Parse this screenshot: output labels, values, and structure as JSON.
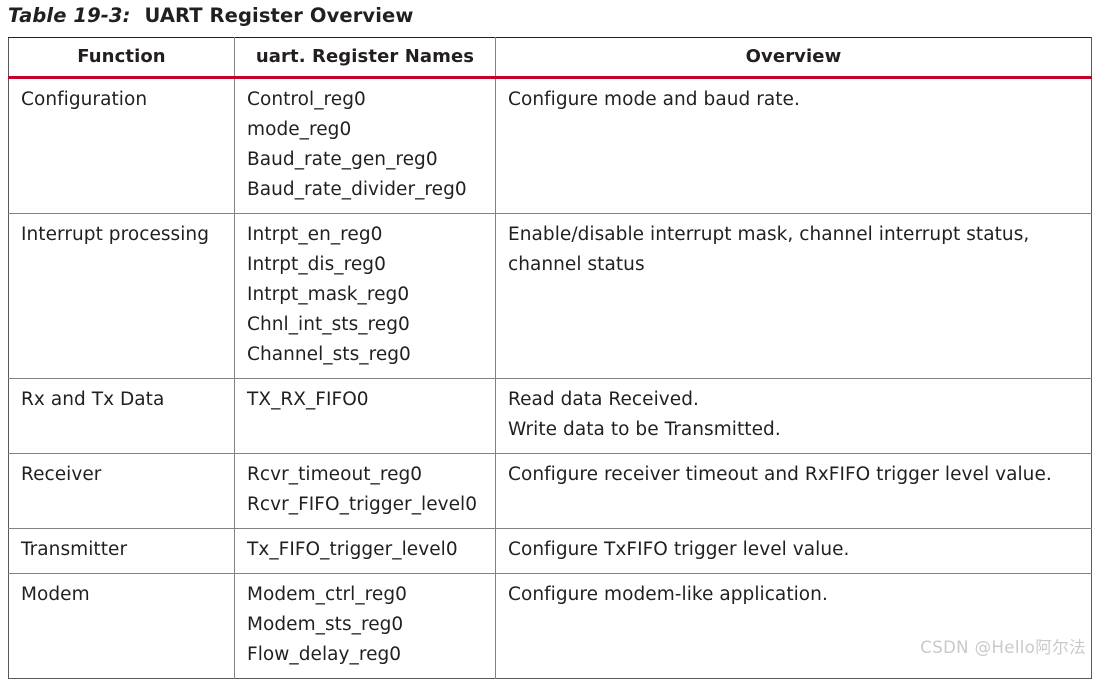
{
  "caption": {
    "label": "Table 19-3:",
    "title": "UART Register Overview"
  },
  "colors": {
    "header_rule": "#c2022b",
    "grid": "#808285",
    "text": "#231f20",
    "watermark": "#c9c9c9"
  },
  "table": {
    "columns": [
      {
        "header": "Function"
      },
      {
        "header": "uart. Register Names"
      },
      {
        "header": "Overview"
      }
    ],
    "rows": [
      {
        "function": "Configuration",
        "registers": [
          "Control_reg0",
          "mode_reg0",
          "Baud_rate_gen_reg0",
          "Baud_rate_divider_reg0"
        ],
        "overview": [
          "Configure mode and baud rate."
        ]
      },
      {
        "function": "Interrupt processing",
        "registers": [
          "Intrpt_en_reg0",
          "Intrpt_dis_reg0",
          "Intrpt_mask_reg0",
          "Chnl_int_sts_reg0",
          "Channel_sts_reg0"
        ],
        "overview": [
          "Enable/disable interrupt mask, channel interrupt status,",
          "channel status"
        ]
      },
      {
        "function": "Rx and Tx Data",
        "registers": [
          "TX_RX_FIFO0"
        ],
        "overview": [
          "Read data Received.",
          "Write data to be Transmitted."
        ]
      },
      {
        "function": "Receiver",
        "registers": [
          "Rcvr_timeout_reg0",
          "Rcvr_FIFO_trigger_level0"
        ],
        "overview": [
          "Configure receiver timeout and RxFIFO trigger level value."
        ]
      },
      {
        "function": "Transmitter",
        "registers": [
          "Tx_FIFO_trigger_level0"
        ],
        "overview": [
          "Configure TxFIFO trigger level value."
        ]
      },
      {
        "function": "Modem",
        "registers": [
          "Modem_ctrl_reg0",
          "Modem_sts_reg0",
          "Flow_delay_reg0"
        ],
        "overview": [
          "Configure modem-like application."
        ]
      }
    ]
  },
  "watermark": {
    "text": "CSDN @Hello阿尔法"
  }
}
